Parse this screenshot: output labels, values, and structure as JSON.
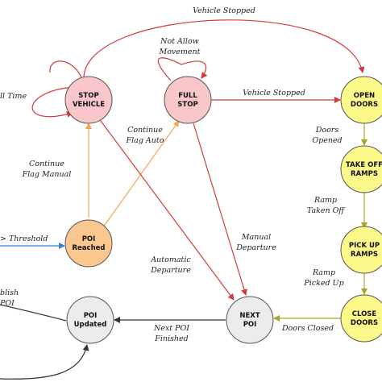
{
  "nodes": {
    "stop_vehicle": {
      "line1": "STOP",
      "line2": "VEHICLE",
      "fill": "#f9c6c9"
    },
    "full_stop": {
      "line1": "FULL",
      "line2": "STOP",
      "fill": "#f9c6c9"
    },
    "open_doors": {
      "line1": "OPEN",
      "line2": "DOORS",
      "fill": "#fbf98a"
    },
    "take_off_ramps": {
      "line1": "TAKE OFF",
      "line2": "RAMPS",
      "fill": "#fbf98a"
    },
    "pick_up_ramps": {
      "line1": "PICK UP",
      "line2": "RAMPS",
      "fill": "#fbf98a"
    },
    "close_doors": {
      "line1": "CLOSE",
      "line2": "DOORS",
      "fill": "#fbf98a"
    },
    "poi_reached": {
      "line1": "POI",
      "line2": "Reached",
      "fill": "#fbc78f"
    },
    "next_poi": {
      "line1": "NEXT",
      "line2": "POI",
      "fill": "#ececec"
    },
    "poi_updated": {
      "line1": "POI",
      "line2": "Updated",
      "fill": "#ececec"
    }
  },
  "edges": {
    "vehicle_stopped_top": "Vehicle Stopped",
    "not_allow_1": "Not Allow",
    "not_allow_2": "Movement",
    "full_time": "ll Time",
    "vehicle_stopped": "Vehicle Stopped",
    "continue_auto_1": "Continue",
    "continue_auto_2": "Flag Auto",
    "continue_manual_1": "Continue",
    "continue_manual_2": "Flag Manual",
    "doors_opened_1": "Doors",
    "doors_opened_2": "Opened",
    "ramp_taken_1": "Ramp",
    "ramp_taken_2": "Taken Off",
    "threshold": "> Threshold",
    "manual_dep_1": "Manual",
    "manual_dep_2": "Departure",
    "auto_dep_1": "Automatic",
    "auto_dep_2": "Departure",
    "ramp_picked_1": "Ramp",
    "ramp_picked_2": "Picked Up",
    "publish_1": "blish",
    "publish_2": "POI",
    "next_poi_finished_1": "Next POI",
    "next_poi_finished_2": "Finished",
    "doors_closed": "Doors Closed"
  },
  "colors": {
    "red": "#d23b3b",
    "orange": "#f0a850",
    "yellow_green": "#a8a820",
    "blue": "#3a7fd0",
    "dark": "#333333"
  }
}
